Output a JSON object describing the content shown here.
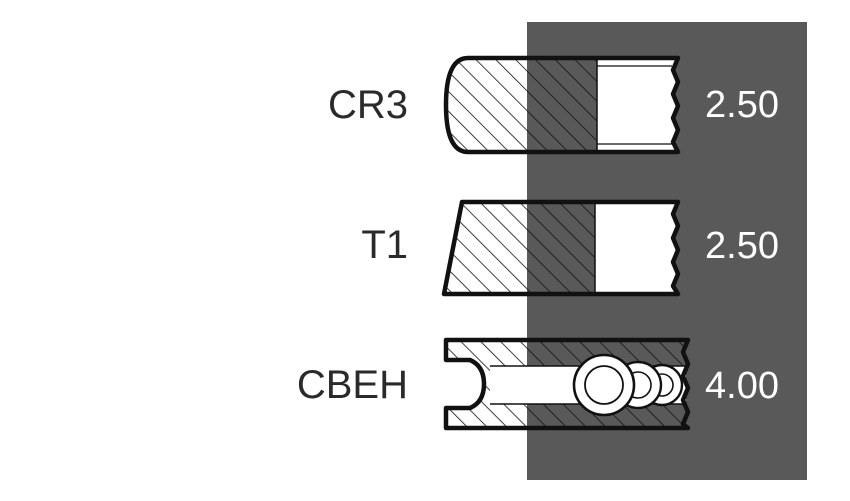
{
  "colors": {
    "panel": "#595959",
    "outline": "#111111",
    "label_text": "#2a2a2a",
    "value_text": "#ffffff"
  },
  "rings": [
    {
      "code": "CR3",
      "value": "2.50",
      "profile": "barrel-face"
    },
    {
      "code": "T1",
      "value": "2.50",
      "profile": "taper-face"
    },
    {
      "code": "CBEH",
      "value": "4.00",
      "profile": "oil-control-expander"
    }
  ]
}
